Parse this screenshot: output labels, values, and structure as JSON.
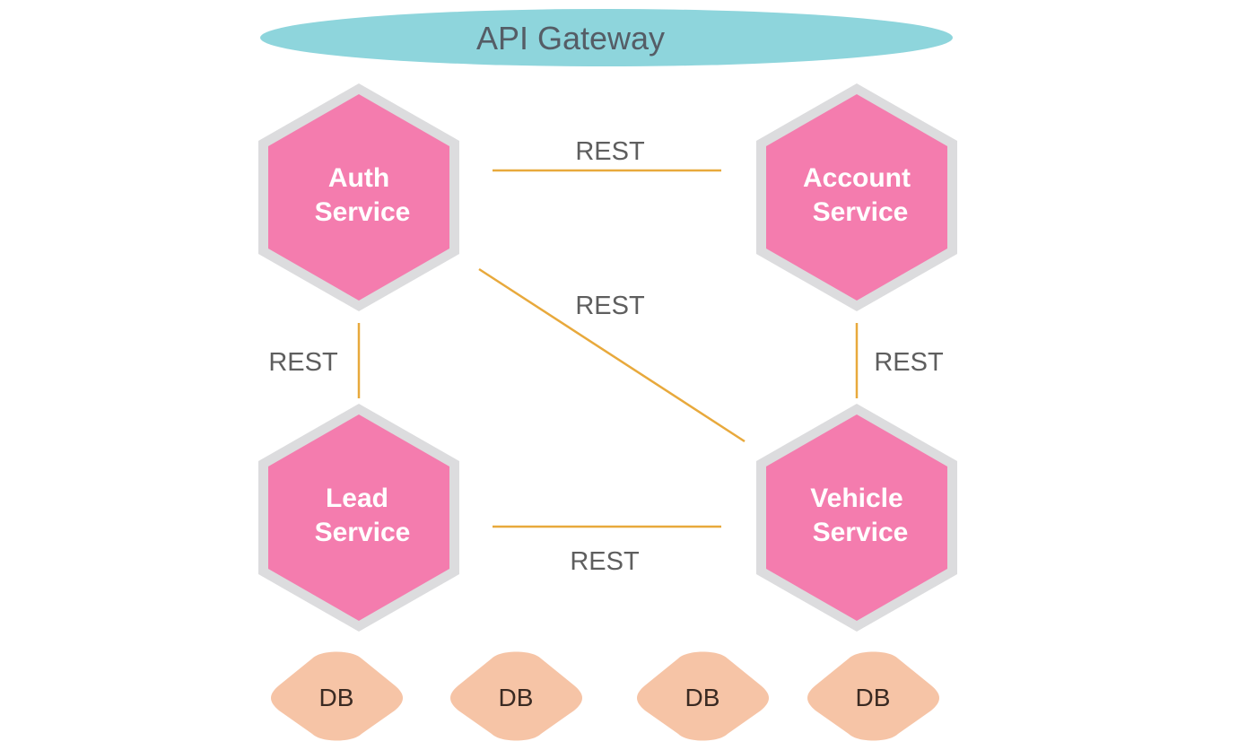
{
  "colors": {
    "gateway_fill": "#8ed5dc",
    "gateway_text": "#555d66",
    "service_fill": "#f47cae",
    "service_border": "#dcdcde",
    "service_text": "#ffffff",
    "connector": "#e8a93c",
    "db_fill": "#f6c4a6",
    "db_text": "#3a2a22",
    "rest_text": "#5e5e5e"
  },
  "gateway": {
    "label": "API Gateway"
  },
  "services": {
    "auth": {
      "line1": "Auth",
      "line2": "Service"
    },
    "account": {
      "line1": "Account",
      "line2": "Service"
    },
    "lead": {
      "line1": "Lead",
      "line2": "Service"
    },
    "vehicle": {
      "line1": "Vehicle",
      "line2": "Service"
    }
  },
  "connections": [
    {
      "from": "Auth Service",
      "to": "Account Service",
      "label": "REST"
    },
    {
      "from": "Auth Service",
      "to": "Vehicle Service",
      "label": "REST"
    },
    {
      "from": "Auth Service",
      "to": "Lead Service",
      "label": "REST"
    },
    {
      "from": "Account Service",
      "to": "Vehicle Service",
      "label": "REST"
    },
    {
      "from": "Lead Service",
      "to": "Vehicle Service",
      "label": "REST"
    }
  ],
  "databases": [
    {
      "label": "DB"
    },
    {
      "label": "DB"
    },
    {
      "label": "DB"
    },
    {
      "label": "DB"
    }
  ]
}
